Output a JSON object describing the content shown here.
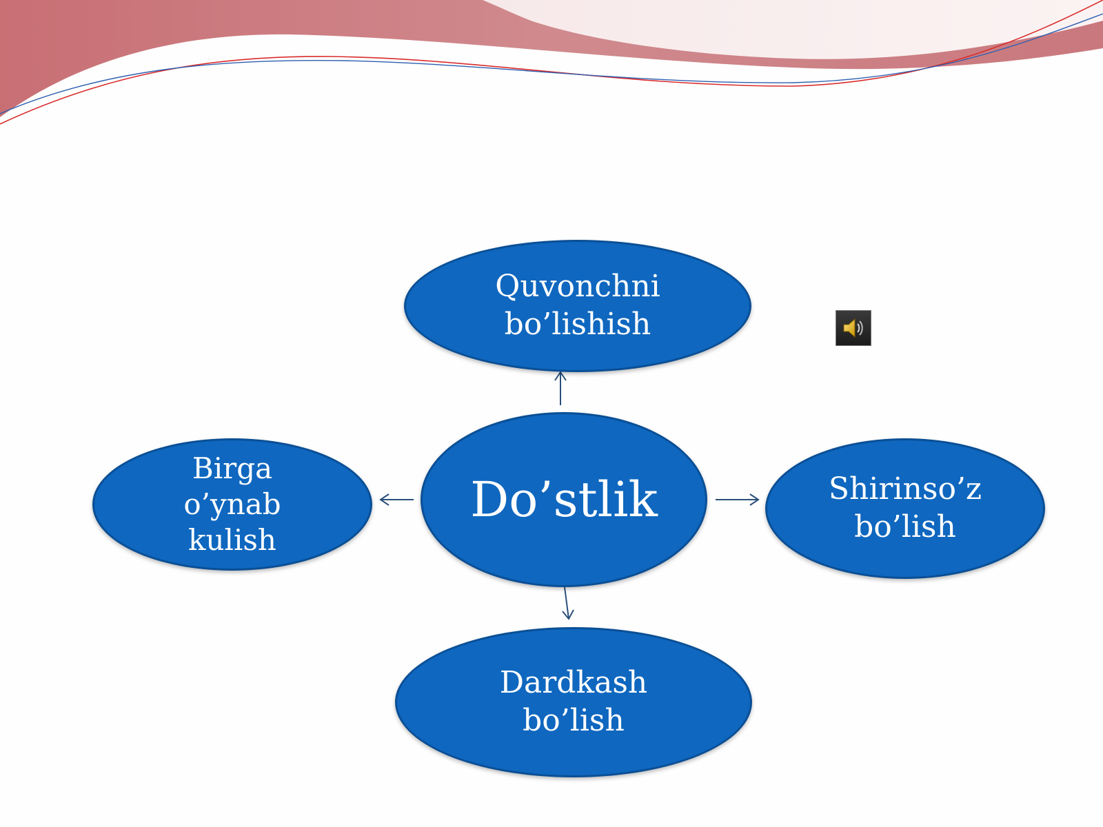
{
  "theme": {
    "node_fill": "#0f67bf",
    "node_border": "#0a4f96",
    "node_text_color": "#ffffff",
    "arrow_color": "#2a4f7a",
    "wave_color": "#c9787d"
  },
  "diagram": {
    "center": {
      "label": "Do’stlik"
    },
    "top": {
      "label": "Quvonchni\nbo’lishish"
    },
    "left": {
      "label": "Birga\no’ynab\nkulish"
    },
    "right": {
      "label": "Shirinso’z\nbo’lish"
    },
    "bottom": {
      "label": "Dardkash\nbo’lish"
    }
  },
  "media": {
    "audio_icon": "speaker-icon"
  }
}
